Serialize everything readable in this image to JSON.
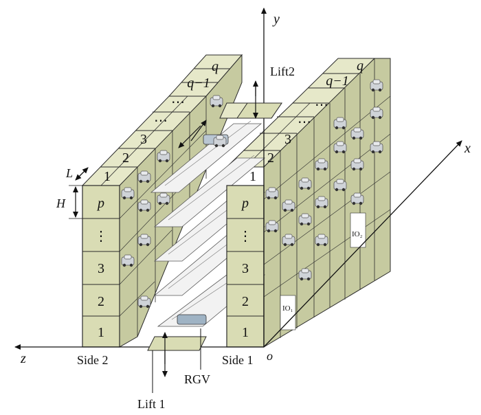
{
  "axes": {
    "x": "x",
    "y": "y",
    "z": "z",
    "origin": "o"
  },
  "labels": {
    "side1": "Side 1",
    "side2": "Side 2",
    "lift1": "Lift 1",
    "lift2": "Lift2",
    "rgv": "RGV",
    "dim_l": "L",
    "dim_h": "H"
  },
  "front_columns": {
    "row_labels": [
      "1",
      "2",
      "3",
      "⋮",
      "p"
    ]
  },
  "top_rows": {
    "labels": [
      "1",
      "2",
      "3",
      "⋯",
      "⋯",
      "q−1",
      "q"
    ]
  },
  "io_labels": {
    "io_front": "IO₁",
    "io_back": "IO₂"
  },
  "colors": {
    "cell_front": "#d9dcb4",
    "cell_top": "#e6e8c9",
    "cell_side": "#c6caa0",
    "edge": "#2a2a2a",
    "rack": "#ededed",
    "car": "#c9cdd3"
  }
}
